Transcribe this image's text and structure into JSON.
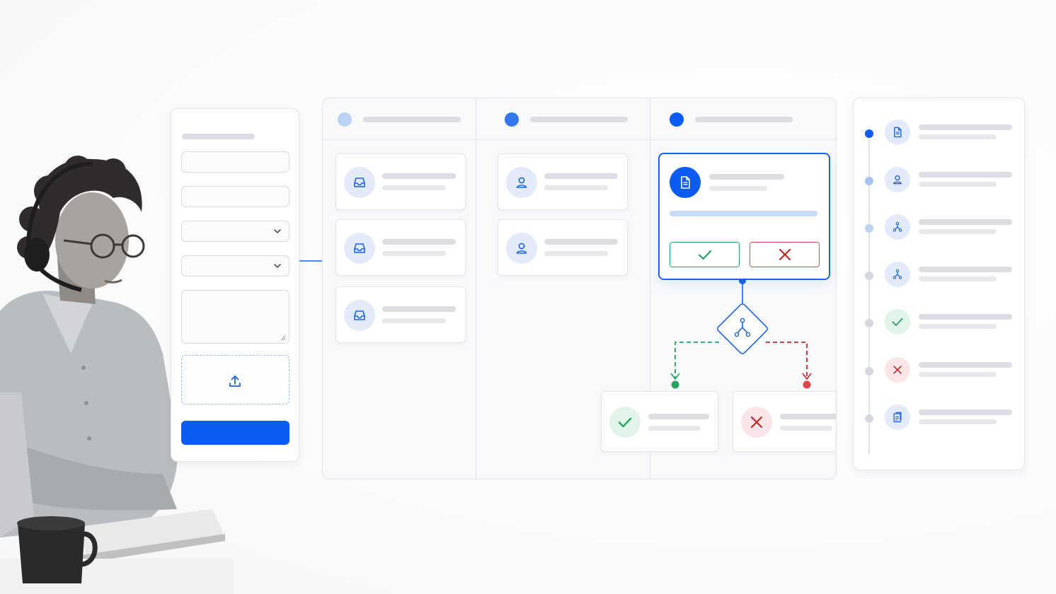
{
  "colors": {
    "accent": "#0b5cf5",
    "accent_light": "#e3ebfb",
    "success": "#29a263",
    "success_light": "#e2f3e8",
    "danger": "#e0474c",
    "danger_light": "#fbe5e6",
    "danger_dark": "#c0282d",
    "muted_dot": "#d5d8de"
  },
  "form": {
    "fields": [
      "text-input",
      "text-input",
      "select",
      "select",
      "textarea"
    ],
    "upload_icon": "upload-icon",
    "submit_color": "#0b5cf5"
  },
  "board": {
    "columns": [
      {
        "dot_color": "#bcd1f6",
        "cards": [
          {
            "icon": "inbox-icon"
          },
          {
            "icon": "inbox-icon"
          },
          {
            "icon": "inbox-icon"
          }
        ]
      },
      {
        "dot_color": "#3478f0",
        "cards": [
          {
            "icon": "user-icon"
          },
          {
            "icon": "user-icon"
          }
        ]
      },
      {
        "dot_color": "#0b5cf5",
        "cards": []
      }
    ],
    "focus_card": {
      "icon": "document-icon",
      "progress": 1.0,
      "actions": [
        "approve-icon",
        "reject-icon"
      ]
    },
    "decision": {
      "icon": "branch-icon"
    },
    "outcomes": [
      {
        "status": "approved",
        "icon": "check-icon"
      },
      {
        "status": "rejected",
        "icon": "close-icon"
      }
    ]
  },
  "timeline": {
    "items": [
      {
        "icon": "document-icon",
        "state": "current"
      },
      {
        "icon": "user-icon",
        "state": "done"
      },
      {
        "icon": "branch-icon",
        "state": "done"
      },
      {
        "icon": "branch-icon",
        "state": "pending"
      },
      {
        "icon": "check-icon",
        "state": "pending"
      },
      {
        "icon": "close-icon",
        "state": "pending"
      },
      {
        "icon": "report-icon",
        "state": "pending"
      }
    ]
  }
}
